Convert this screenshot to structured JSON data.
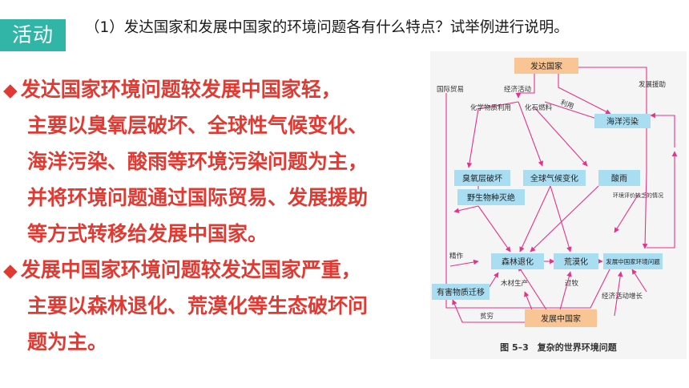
{
  "slide": {
    "tag": "活动",
    "question": "（1）发达国家和发展中国家的环境问题各有什么特点？试举例进行说明。",
    "answer_lines": [
      "发达国家环境问题较发展中国家轻，",
      "主要以臭氧层破坏、全球性气候变化、",
      "海洋污染、酸雨等环境污染问题为主，",
      "并将环境问题通过国际贸易、发展援助",
      "等方式转移给发展中国家。",
      "发展中国家环境问题较发达国家严重，",
      "主要以森林退化、荒漠化等生态破坏问",
      "题为主。"
    ],
    "bullet_symbol": "◆",
    "colors": {
      "accent": "#30b5a7",
      "answer_text": "#e03a33",
      "arrow": "#e8318a",
      "node_blue": "#a9ddf2",
      "node_orange": "#f9c594"
    }
  },
  "figure": {
    "caption": "图 5–3　复杂的世界环境问题",
    "nodes": {
      "developed": "发达国家",
      "ocean": "海洋污染",
      "ozone": "臭氧层破坏",
      "climate": "全球气候变化",
      "acid": "酸雨",
      "extinction": "野生物种灭绝",
      "forest": "森林退化",
      "desert": "荒漠化",
      "dev_env": "发展中国家环境问题",
      "harmful": "有害物质迁移",
      "developing": "发展中国家"
    },
    "labels": {
      "trade": "国际贸易",
      "economic": "经济活动",
      "use": "利用",
      "aid": "发展援助",
      "chem": "化学物质利用",
      "fossil": "化石燃料",
      "assess": "环境评价缺乏的情况",
      "farming": "精作",
      "timber": "木材生产",
      "graze": "过牧",
      "growth": "经济活动增长",
      "poverty": "贫穷"
    }
  }
}
